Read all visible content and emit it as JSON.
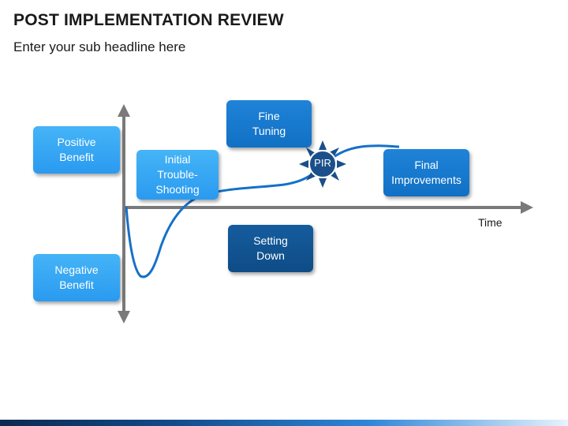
{
  "header": {
    "title": "POST IMPLEMENTATION REVIEW",
    "subtitle": "Enter your sub headline here"
  },
  "diagram": {
    "boxes": {
      "positive_benefit": "Positive\nBenefit",
      "negative_benefit": "Negative\nBenefit",
      "initial_trouble_shooting": "Initial\nTrouble-\nShooting",
      "fine_tuning": "Fine\nTuning",
      "setting_down": "Setting\nDown",
      "final_improvements": "Final\nImprovements"
    },
    "pir_label": "PIR",
    "x_axis_label": "Time"
  },
  "colors": {
    "light_box": "#2a9af0",
    "mid_box": "#1170c4",
    "dark_box": "#0e4c86",
    "curve": "#1570c8",
    "axis": "#7a7a7a"
  },
  "icons": [
    "sunburst-icon"
  ]
}
